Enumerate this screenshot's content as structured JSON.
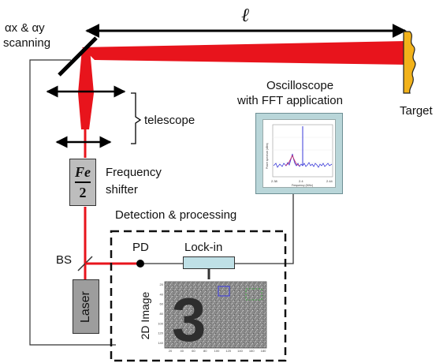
{
  "labels": {
    "scanning_line1": "αx & αy",
    "scanning_line2": "scanning",
    "length_symbol": "ℓ",
    "target": "Target",
    "oscilloscope_line1": "Oscilloscope",
    "oscilloscope_line2": "with FFT application",
    "telescope": "telescope",
    "frequency_line1": "Frequency",
    "frequency_line2": "shifter",
    "fe_numerator": "Fe",
    "fe_denominator": "2",
    "detection": "Detection & processing",
    "bs": "BS",
    "pd": "PD",
    "lockin": "Lock-in",
    "laser": "Laser",
    "image_2d": "2D Image"
  },
  "colors": {
    "beam": "#e8141c",
    "frame": "#111111",
    "wiring": "#333333",
    "target": "#f2b21a"
  },
  "fft_plot": {
    "xticks": [
      "2.38",
      "2.4",
      "2.44"
    ],
    "xlabel": "Frequency (MHz)",
    "ylabel": "Power spectrum (dBm)"
  },
  "image_plot": {
    "glyph": "3",
    "xticks": [
      "20",
      "40",
      "60",
      "80",
      "100",
      "120",
      "140",
      "160",
      "180"
    ],
    "yticks": [
      "20",
      "40",
      "60",
      "80",
      "100",
      "120",
      "140"
    ]
  }
}
